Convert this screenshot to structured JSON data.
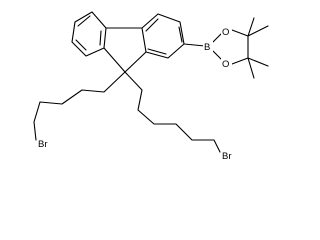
{
  "molecule": {
    "atoms": {
      "boron": "B",
      "oxygen_top": "O",
      "oxygen_bottom": "O",
      "bromine_left": "Br",
      "bromine_right": "Br"
    },
    "colors": {
      "ink": "#000000",
      "background": "#ffffff"
    }
  }
}
